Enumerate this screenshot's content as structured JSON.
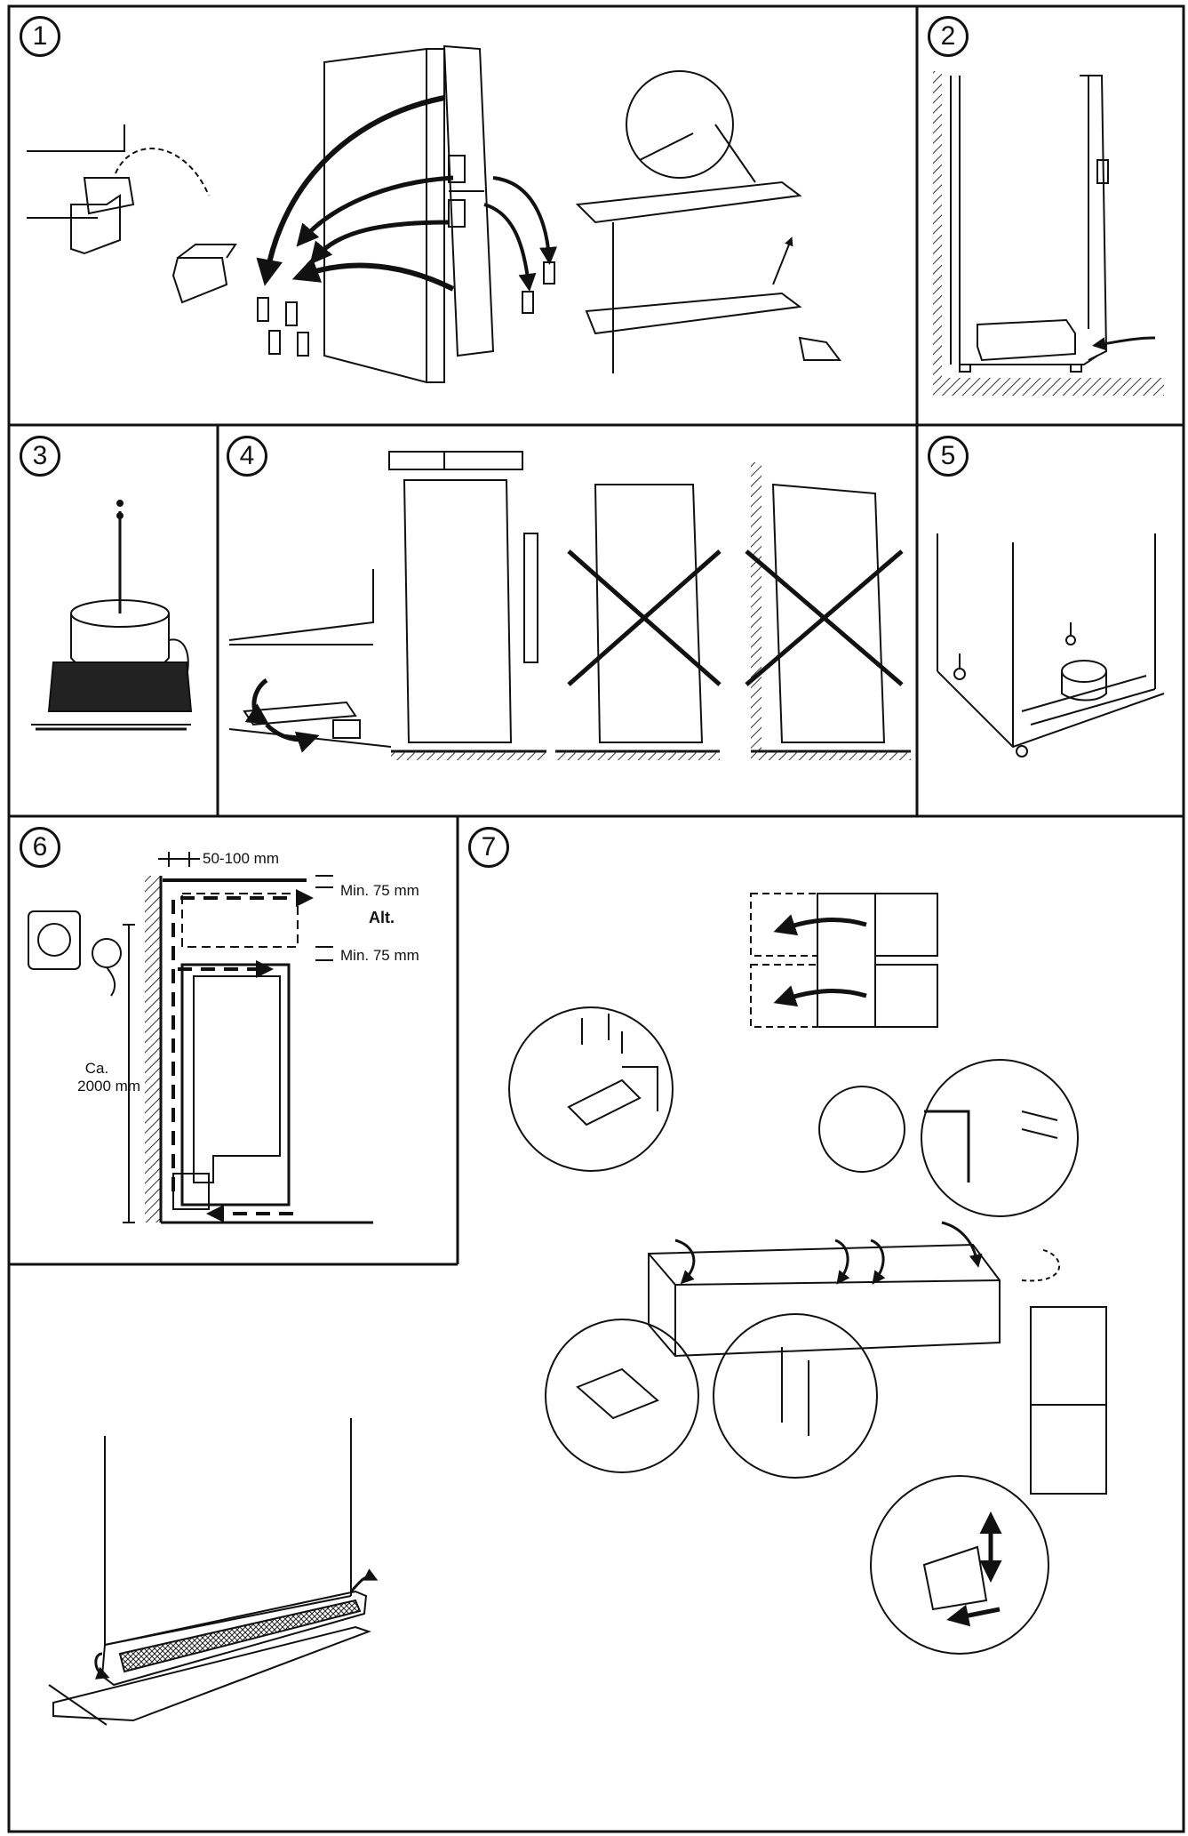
{
  "panels": [
    {
      "id": "p1",
      "number": "1"
    },
    {
      "id": "p2",
      "number": "2"
    },
    {
      "id": "p3",
      "number": "3"
    },
    {
      "id": "p4",
      "number": "4"
    },
    {
      "id": "p5",
      "number": "5"
    },
    {
      "id": "p6",
      "number": "6"
    },
    {
      "id": "p7",
      "number": "7"
    }
  ],
  "dimensions": {
    "side_gap": "50-100 mm",
    "top_clearance": "Min. 75 mm",
    "alt_label": "Alt.",
    "bottom_clearance": "Min. 75 mm",
    "height_line1": "Ca.",
    "height_line2": "2000 mm"
  },
  "colors": {
    "ink": "#111111",
    "paper": "#ffffff",
    "hatch": "#555555"
  }
}
